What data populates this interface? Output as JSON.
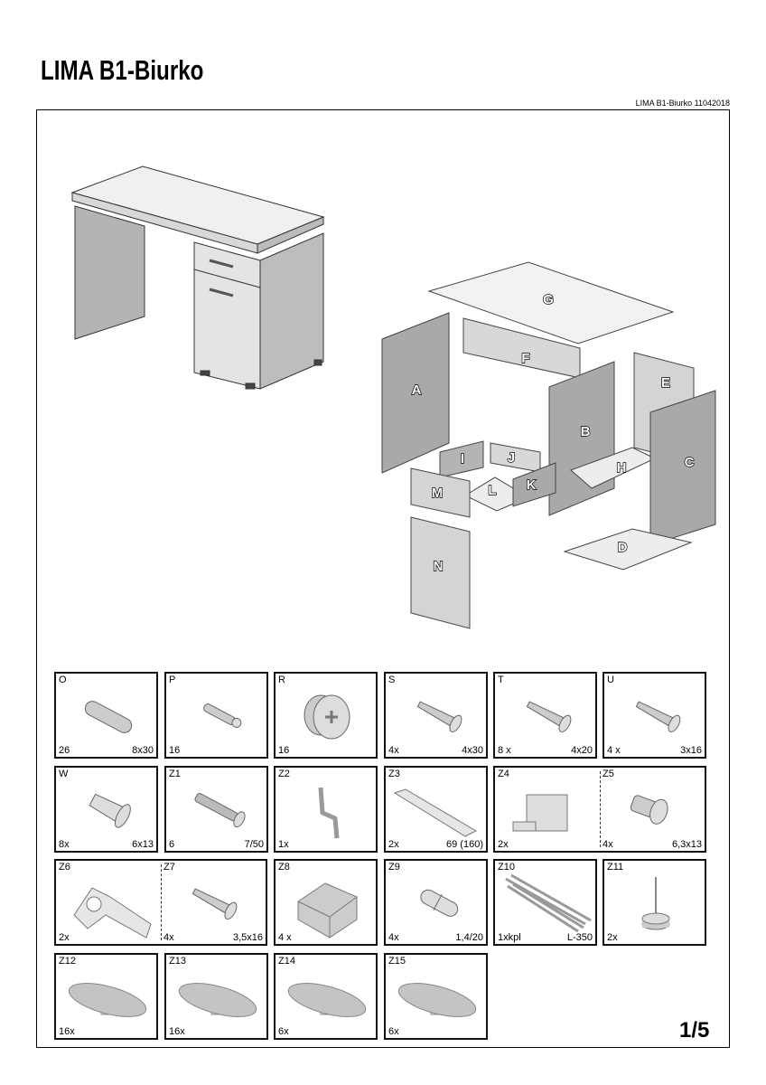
{
  "header": {
    "title": "LIMA  B1-Biurko",
    "doc_ref": "LIMA B1-Biurko 11042018"
  },
  "exploded_labels": {
    "A": "A",
    "B": "B",
    "C": "C",
    "D": "D",
    "E": "E",
    "F": "F",
    "G": "G",
    "H": "H",
    "I": "I",
    "J": "J",
    "K": "K",
    "L": "L",
    "M": "M",
    "N": "N"
  },
  "parts": [
    {
      "code": "O",
      "qty": "26",
      "size": "8x30",
      "icon": "wooden-dowel"
    },
    {
      "code": "P",
      "qty": "16",
      "size": "",
      "icon": "connector-bolt"
    },
    {
      "code": "R",
      "qty": "16",
      "size": "",
      "icon": "cam-lock"
    },
    {
      "code": "S",
      "qty": "4x",
      "size": "4x30",
      "icon": "screw"
    },
    {
      "code": "T",
      "qty": "8 x",
      "size": "4x20",
      "icon": "screw"
    },
    {
      "code": "U",
      "qty": "4 x",
      "size": "3x16",
      "icon": "screw"
    },
    {
      "code": "W",
      "qty": "8x",
      "size": "6x13",
      "icon": "plastic-anchor"
    },
    {
      "code": "Z1",
      "qty": "6",
      "size": "7/50",
      "icon": "confirmat-screw"
    },
    {
      "code": "Z2",
      "qty": "1x",
      "size": "",
      "icon": "hex-key"
    },
    {
      "code": "Z3",
      "qty": "2x",
      "size": "69 (160)",
      "icon": "profile-bar"
    },
    {
      "code": "Z4",
      "qty": "2x",
      "size": "",
      "icon": "hinge-plate"
    },
    {
      "code": "Z5",
      "qty": "4x",
      "size": "6,3x13",
      "icon": "euro-screw"
    },
    {
      "code": "Z6",
      "qty": "2x",
      "size": "",
      "icon": "hinge"
    },
    {
      "code": "Z7",
      "qty": "4x",
      "size": "3,5x16",
      "icon": "screw"
    },
    {
      "code": "Z8",
      "qty": "4 x",
      "size": "",
      "icon": "block"
    },
    {
      "code": "Z9",
      "qty": "4x",
      "size": "1,4/20",
      "icon": "shelf-pin"
    },
    {
      "code": "Z10",
      "qty": "1xkpl",
      "size": "L-350",
      "icon": "drawer-slides"
    },
    {
      "code": "Z11",
      "qty": "2x",
      "size": "",
      "icon": "nail-glide"
    },
    {
      "code": "Z12",
      "qty": "16x",
      "size": "",
      "icon": "cover-cap"
    },
    {
      "code": "Z13",
      "qty": "16x",
      "size": "",
      "icon": "cover-cap"
    },
    {
      "code": "Z14",
      "qty": "6x",
      "size": "",
      "icon": "cover-cap"
    },
    {
      "code": "Z15",
      "qty": "6x",
      "size": "",
      "icon": "cover-cap"
    }
  ],
  "footer": {
    "page": "1/5"
  }
}
